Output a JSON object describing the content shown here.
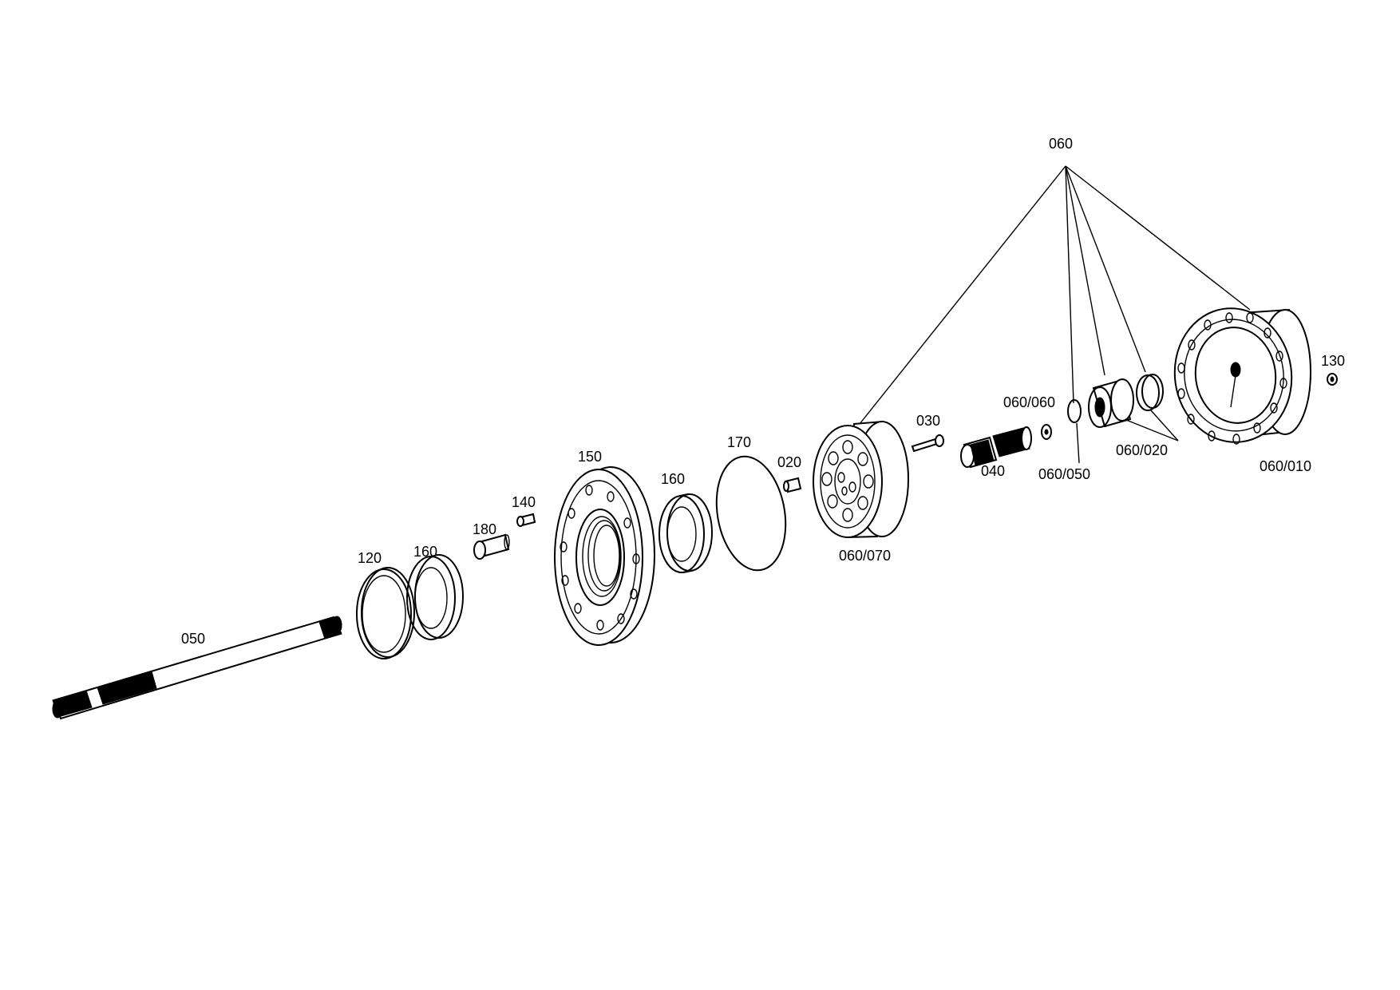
{
  "diagram": {
    "part_labels": {
      "p060": "060",
      "p130": "130",
      "p060_060": "060/060",
      "p060_020": "060/020",
      "p060_050": "060/050",
      "p060_010": "060/010",
      "p030": "030",
      "p040": "040",
      "p020": "020",
      "p170": "170",
      "p060_070": "060/070",
      "p160a": "160",
      "p150": "150",
      "p140": "140",
      "p180": "180",
      "p120": "120",
      "p160b": "160",
      "p050": "050"
    }
  }
}
